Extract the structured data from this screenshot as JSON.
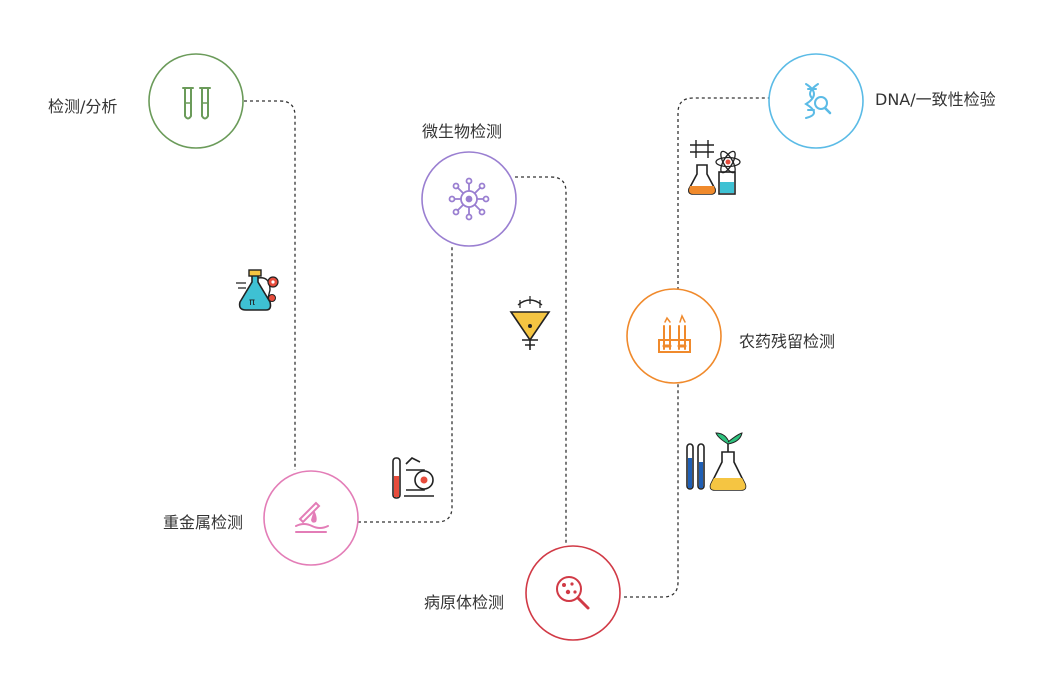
{
  "nodes": [
    {
      "id": "testing",
      "label": "检测/分析",
      "color": "#6b9b5a",
      "icon": "test-tubes-icon"
    },
    {
      "id": "heavy",
      "label": "重金属检测",
      "color": "#e37db7",
      "icon": "dropper-liquid-icon"
    },
    {
      "id": "micro",
      "label": "微生物检测",
      "color": "#9a7fd1",
      "icon": "microbe-icon"
    },
    {
      "id": "pathogen",
      "label": "病原体检测",
      "color": "#d13a46",
      "icon": "magnifier-bacteria-icon"
    },
    {
      "id": "pesticide",
      "label": "农药残留检测",
      "color": "#f08a2c",
      "icon": "rack-tubes-icon"
    },
    {
      "id": "dna",
      "label": "DNA/一致性检验",
      "color": "#5bbbe6",
      "icon": "dna-search-icon"
    }
  ],
  "decor_icons": [
    "flask-gears-icon",
    "microscope-tube-icon",
    "conical-flask-drops-icon",
    "dna-atom-lab-icon",
    "plant-flask-tubes-icon"
  ]
}
